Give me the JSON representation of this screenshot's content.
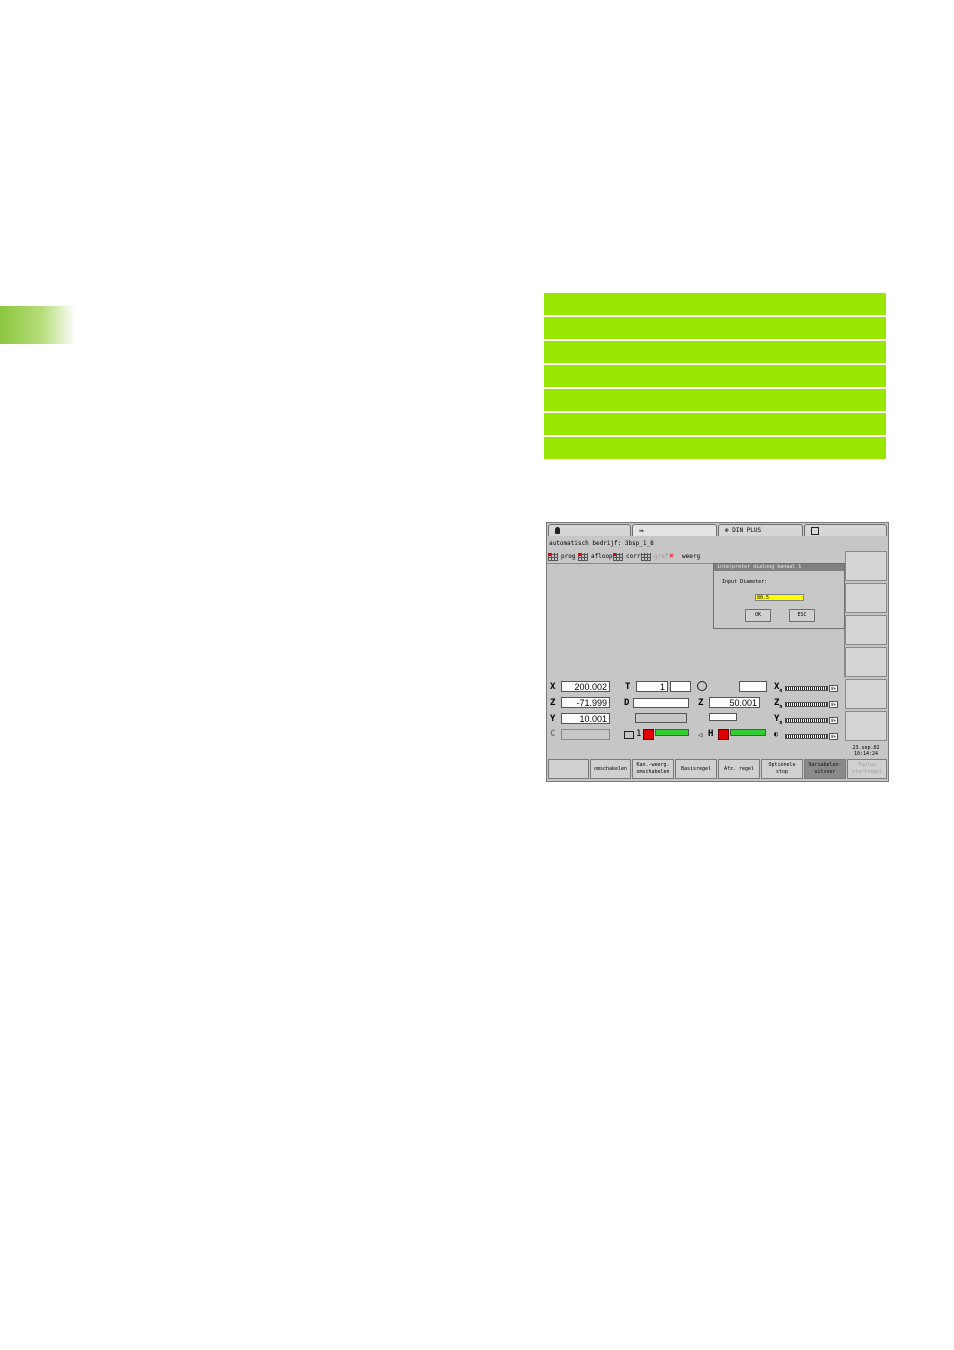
{
  "cnc": {
    "tabs": [
      {
        "icon": "hand-icon",
        "label": ""
      },
      {
        "icon": "program-run-icon",
        "label": ""
      },
      {
        "icon": "din-plus-icon",
        "label": "DIN PLUS"
      },
      {
        "icon": "disk-icon",
        "label": ""
      }
    ],
    "status_line": "automatisch bedrijf: 3bsp_1_8",
    "subtabs": [
      "prog",
      "afloop",
      "corr",
      "graf",
      "weerg"
    ],
    "dialog": {
      "title": "interpreter dialoog kanaal 1",
      "label": "Input Diameter:",
      "value": "80.5",
      "ok": "OK",
      "esc": "ESC"
    },
    "axes": {
      "x": {
        "name": "X",
        "value": "200.002"
      },
      "z": {
        "name": "Z",
        "value": "-71.999"
      },
      "y": {
        "name": "Y",
        "value": "10.001"
      },
      "c": {
        "name": "C",
        "value": ""
      }
    },
    "t": {
      "name": "T",
      "value": "1"
    },
    "d": {
      "name": "D"
    },
    "z2": {
      "name": "Z",
      "value": "50.001"
    },
    "h": {
      "name": "H"
    },
    "tool_num": "1",
    "percent": "0%",
    "xn": "X",
    "zn": "Z",
    "yn": "Y",
    "subn": "n",
    "datetime": {
      "date": "23.sep.02",
      "time": "10:14:24"
    },
    "bottom_keys": [
      "",
      "omschakelen",
      "Kan.-weerg.\nomschakelen",
      "Basisregel",
      "Afz. regel",
      "Optionele\nstop",
      "Variabelen-\nuitvoer",
      "Toolan\nstartregel"
    ]
  }
}
